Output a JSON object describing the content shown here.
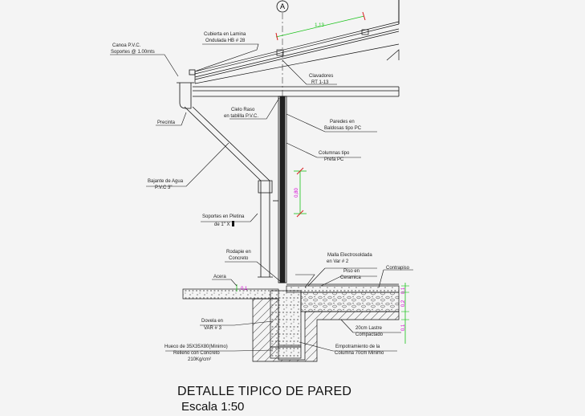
{
  "axis_marker": "A",
  "dimensions": {
    "roof_slope": "1,13",
    "column_top": "0,80",
    "floor_left": "0,1",
    "floor_right": [
      "0,1",
      "0,2",
      "0,1"
    ]
  },
  "labels": {
    "canoa_1": "Canoa P.V.C.",
    "canoa_2": "Soportes @ 1.00mts",
    "cubierta_1": "Cubierta en Lamina",
    "cubierta_2": "Ondulada HB # 28",
    "clavadores_1": "Clavadores",
    "clavadores_2": "RT 1-13",
    "precinta": "Precinta",
    "cielo_1": "Cielo Raso",
    "cielo_2": "en tablilla P.V.C.",
    "paredes_1": "Paredes en",
    "paredes_2": "Baldosas tipo PC",
    "columnas_1": "Columnas tipo",
    "columnas_2": "Prefa PC",
    "bajante_1": "Bajante de Agua",
    "bajante_2": "P.V.C 3\"",
    "soportes_1": "Soportes en Pletina",
    "soportes_2": "de 1\" X",
    "rodapie_1": "Rodapie en",
    "rodapie_2": "Concreto",
    "malla_1": "Malla Electrosoldada",
    "malla_2": "en Var # 2",
    "piso_1": "Piso en",
    "piso_2": "Ceramica",
    "contrapiso": "Contrapiso",
    "acera": "Acera",
    "dovela_1": "Dovela en",
    "dovela_2": "VAR # 3",
    "hueco_1": "Hueco de 35X35X80(Minimo)",
    "hueco_2": "Relleno con Concreto",
    "hueco_3": "210Kg/cm²",
    "lastre_1": "20cm Lastre",
    "lastre_2": "Compactado",
    "empotramiento_1": "Empotramiento de la",
    "empotramiento_2": "Columna 70cm Minimo"
  },
  "title": "DETALLE TIPICO DE PARED",
  "scale": "Escala 1:50",
  "colors": {
    "background": "#f4f4f4",
    "lines": "#1a1a1a",
    "dimension_green": "#19c219",
    "dimension_magenta": "#d400d4",
    "dimension_red": "#d81e1e"
  }
}
